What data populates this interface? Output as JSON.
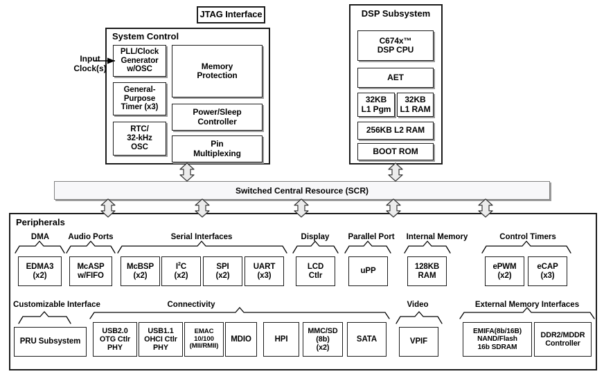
{
  "diagram": {
    "title_blocks": {
      "jtag": "JTAG Interface",
      "system_control": "System Control",
      "dsp_subsystem": "DSP Subsystem",
      "peripherals": "Peripherals",
      "scr": "Switched Central Resource (SCR)",
      "input_clocks": "Input\nClock(s)"
    },
    "input_clocks_line1": "Input",
    "input_clocks_line2": "Clock(s)",
    "system_control": {
      "left_column": [
        {
          "name": "pll-clock-generator",
          "lines": [
            "PLL/Clock",
            "Generator",
            "w/OSC"
          ]
        },
        {
          "name": "general-purpose-timer",
          "lines": [
            "General-",
            "Purpose",
            "Timer (x3)"
          ]
        },
        {
          "name": "rtc-32khz-osc",
          "lines": [
            "RTC/",
            "32-kHz",
            "OSC"
          ]
        }
      ],
      "right_column": [
        {
          "name": "memory-protection",
          "lines": [
            "Memory",
            "Protection"
          ]
        },
        {
          "name": "power-sleep-controller",
          "lines": [
            "Power/Sleep",
            "Controller"
          ]
        },
        {
          "name": "pin-multiplexing",
          "lines": [
            "Pin",
            "Multiplexing"
          ]
        }
      ]
    },
    "dsp_subsystem": {
      "blocks": [
        {
          "name": "c674x-dsp-cpu",
          "lines": [
            "C674x™",
            "DSP CPU"
          ]
        },
        {
          "name": "aet",
          "lines": [
            "AET"
          ]
        },
        {
          "name": "l1-pgm",
          "lines": [
            "32KB",
            "L1 Pgm"
          ]
        },
        {
          "name": "l1-ram",
          "lines": [
            "32KB",
            "L1 RAM"
          ]
        },
        {
          "name": "l2-ram",
          "lines": [
            "256KB L2 RAM"
          ]
        },
        {
          "name": "boot-rom",
          "lines": [
            "BOOT ROM"
          ]
        }
      ]
    },
    "peripherals": {
      "row1": [
        {
          "group": "DMA",
          "boxes": [
            {
              "name": "edma3",
              "lines": [
                "EDMA3",
                "(x2)"
              ]
            }
          ]
        },
        {
          "group": "Audio Ports",
          "boxes": [
            {
              "name": "mcasp-wfifo",
              "lines": [
                "McASP",
                "w/FIFO"
              ]
            }
          ]
        },
        {
          "group": "Serial Interfaces",
          "boxes": [
            {
              "name": "mcbsp",
              "lines": [
                "McBSP",
                "(x2)"
              ]
            },
            {
              "name": "i2c",
              "lines": [
                "I2C",
                "(x2)"
              ],
              "sup": true
            },
            {
              "name": "spi",
              "lines": [
                "SPI",
                "(x2)"
              ]
            },
            {
              "name": "uart",
              "lines": [
                "UART",
                "(x3)"
              ]
            }
          ]
        },
        {
          "group": "Display",
          "boxes": [
            {
              "name": "lcd-ctlr",
              "lines": [
                "LCD",
                "Ctlr"
              ]
            }
          ]
        },
        {
          "group": "Parallel Port",
          "boxes": [
            {
              "name": "upp",
              "lines": [
                "uPP"
              ]
            }
          ]
        },
        {
          "group": "Internal Memory",
          "boxes": [
            {
              "name": "128kb-ram",
              "lines": [
                "128KB",
                "RAM"
              ]
            }
          ]
        },
        {
          "group": "Control Timers",
          "boxes": [
            {
              "name": "epwm",
              "lines": [
                "ePWM",
                "(x2)"
              ]
            },
            {
              "name": "ecap",
              "lines": [
                "eCAP",
                "(x3)"
              ]
            }
          ]
        }
      ],
      "row2": [
        {
          "group": "Customizable Interface",
          "boxes": [
            {
              "name": "pru-subsystem",
              "lines": [
                "PRU Subsystem"
              ]
            }
          ]
        },
        {
          "group": "Connectivity",
          "boxes": [
            {
              "name": "usb20-otg-ctlr-phy",
              "lines": [
                "USB2.0",
                "OTG Ctlr",
                "PHY"
              ]
            },
            {
              "name": "usb11-ohci-ctlr-phy",
              "lines": [
                "USB1.1",
                "OHCI Ctlr",
                "PHY"
              ]
            },
            {
              "name": "emac",
              "lines": [
                "EMAC",
                "10/100",
                "(MII/RMII)"
              ]
            },
            {
              "name": "mdio",
              "lines": [
                "MDIO"
              ]
            },
            {
              "name": "hpi",
              "lines": [
                "HPI"
              ]
            },
            {
              "name": "mmc-sd",
              "lines": [
                "MMC/SD",
                "(8b)",
                "(x2)"
              ]
            },
            {
              "name": "sata",
              "lines": [
                "SATA"
              ]
            }
          ]
        },
        {
          "group": "Video",
          "boxes": [
            {
              "name": "vpif",
              "lines": [
                "VPIF"
              ]
            }
          ]
        },
        {
          "group": "External Memory Interfaces",
          "boxes": [
            {
              "name": "emifa",
              "lines": [
                "EMIFA(8b/16B)",
                "NAND/Flash",
                "16b SDRAM"
              ]
            },
            {
              "name": "ddr2-mddr-controller",
              "lines": [
                "DDR2/MDDR",
                "Controller"
              ]
            }
          ]
        }
      ]
    },
    "colors": {
      "line": "#1a1a1a",
      "fill": "#ffffff",
      "scr_fill": "#f7f7f9",
      "scr_border": "#808080",
      "shadow": "#9a9a9a"
    }
  }
}
